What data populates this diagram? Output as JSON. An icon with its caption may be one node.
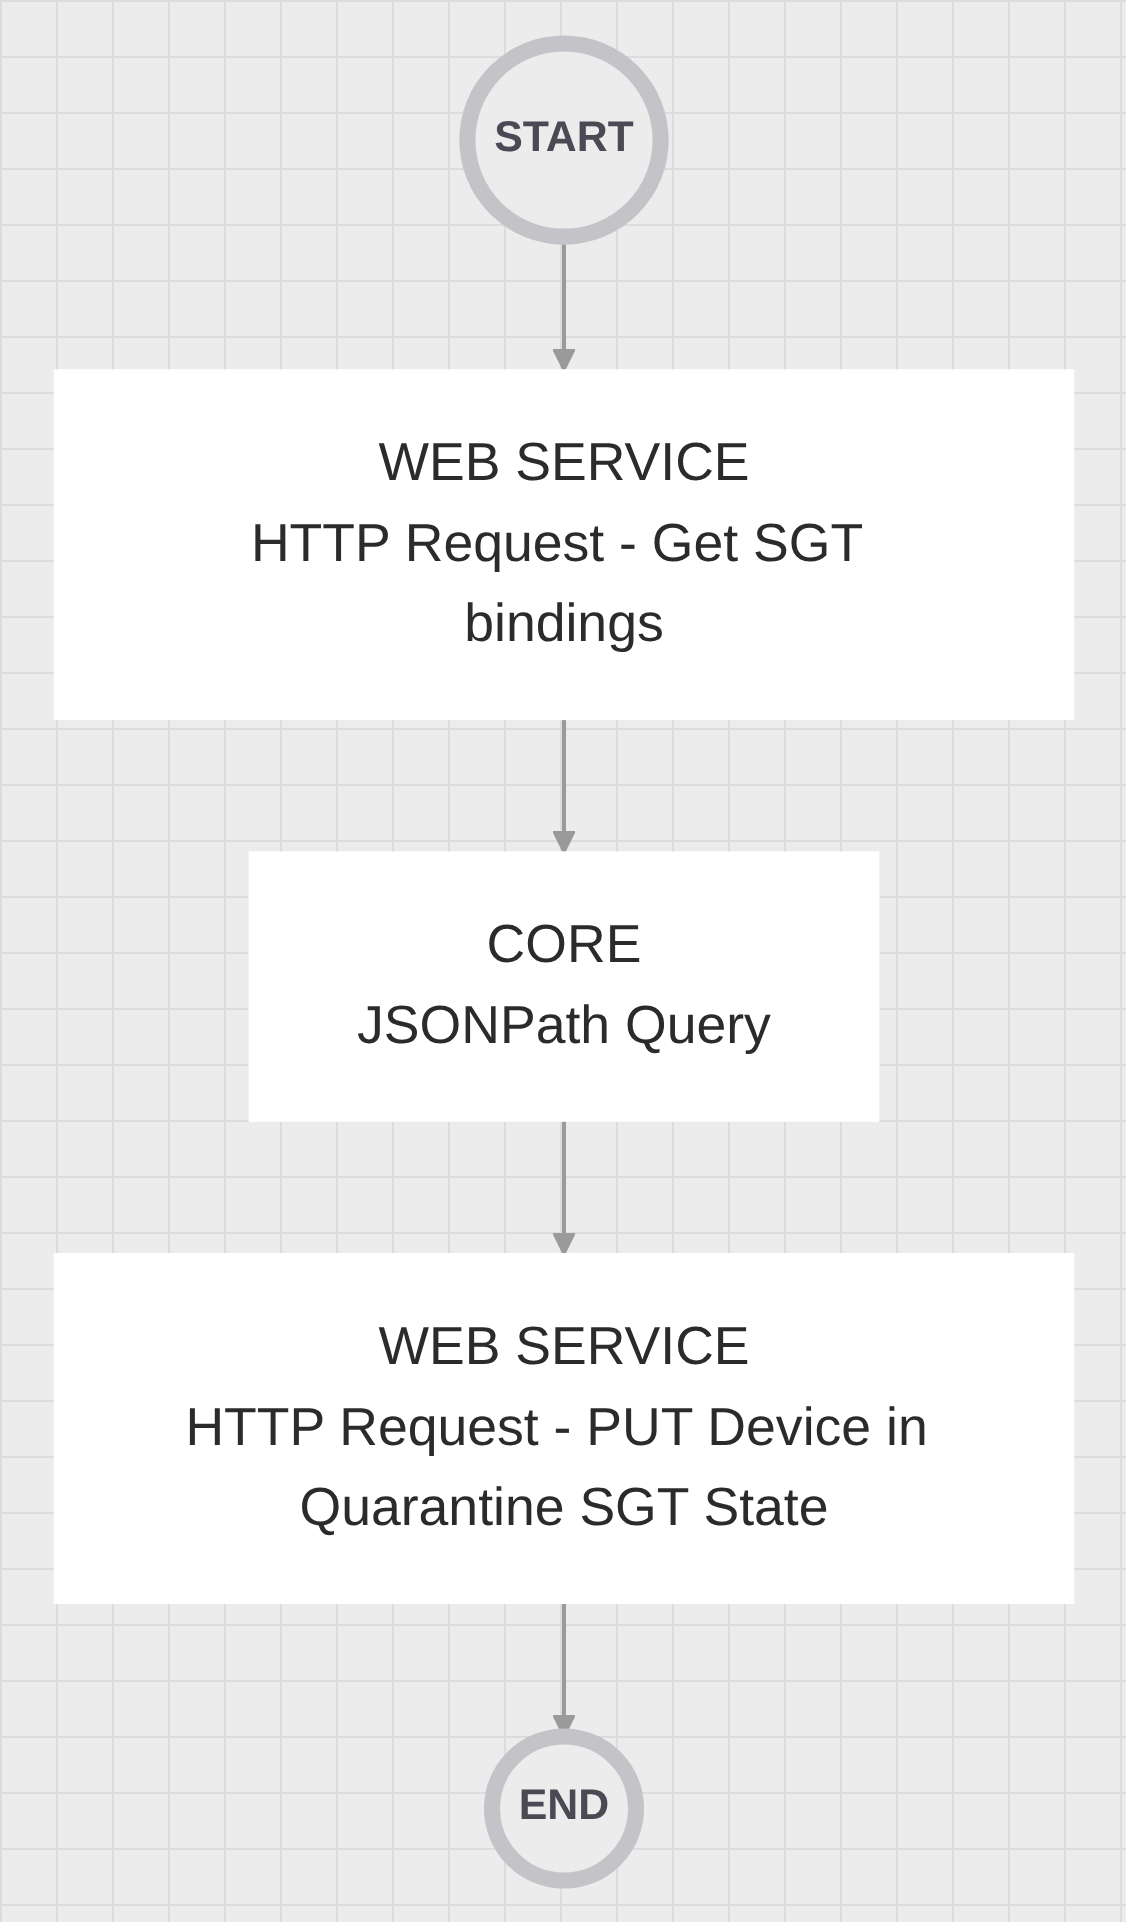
{
  "diagram": {
    "nodes": [
      {
        "text": [
          "START"
        ]
      },
      {
        "text": [
          "WEB SERVICE",
          "HTTP Request - Get SGT bindings"
        ]
      },
      {
        "text": [
          "CORE",
          "JSONPath Query"
        ]
      },
      {
        "text": [
          "WEB SERVICE",
          "HTTP Request - PUT Device in Quarantine SGT State"
        ]
      },
      {
        "text": [
          "END"
        ]
      }
    ],
    "edges": [
      {
        "from": 0,
        "to": 1,
        "arrow": "to"
      },
      {
        "from": 1,
        "to": 2,
        "arrow": "to"
      },
      {
        "from": 2,
        "to": 3,
        "arrow": "to"
      },
      {
        "from": 3,
        "to": 4,
        "arrow": "to"
      }
    ]
  }
}
